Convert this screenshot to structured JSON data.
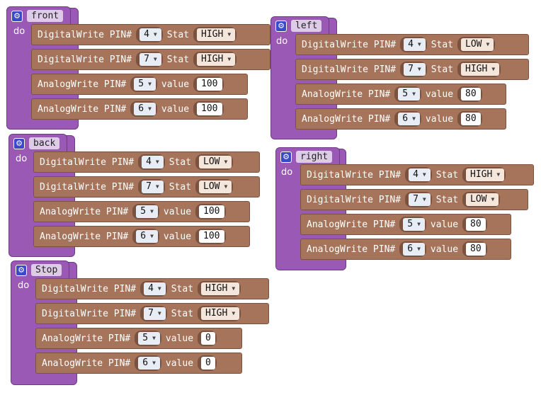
{
  "functions": [
    {
      "name": "front",
      "do": "do",
      "rows": [
        {
          "kind": "digital",
          "label": "DigitalWrite PIN#",
          "pin": "4",
          "param": "Stat",
          "value": "HIGH"
        },
        {
          "kind": "digital",
          "label": "DigitalWrite PIN#",
          "pin": "7",
          "param": "Stat",
          "value": "HIGH"
        },
        {
          "kind": "analog",
          "label": "AnalogWrite PIN#",
          "pin": "5",
          "param": "value",
          "value": "100"
        },
        {
          "kind": "analog",
          "label": "AnalogWrite PIN#",
          "pin": "6",
          "param": "value",
          "value": "100"
        }
      ]
    },
    {
      "name": "left",
      "do": "do",
      "rows": [
        {
          "kind": "digital",
          "label": "DigitalWrite PIN#",
          "pin": "4",
          "param": "Stat",
          "value": "LOW"
        },
        {
          "kind": "digital",
          "label": "DigitalWrite PIN#",
          "pin": "7",
          "param": "Stat",
          "value": "HIGH"
        },
        {
          "kind": "analog",
          "label": "AnalogWrite PIN#",
          "pin": "5",
          "param": "value",
          "value": "80"
        },
        {
          "kind": "analog",
          "label": "AnalogWrite PIN#",
          "pin": "6",
          "param": "value",
          "value": "80"
        }
      ]
    },
    {
      "name": "back",
      "do": "do",
      "rows": [
        {
          "kind": "digital",
          "label": "DigitalWrite PIN#",
          "pin": "4",
          "param": "Stat",
          "value": "LOW"
        },
        {
          "kind": "digital",
          "label": "DigitalWrite PIN#",
          "pin": "7",
          "param": "Stat",
          "value": "LOW"
        },
        {
          "kind": "analog",
          "label": "AnalogWrite PIN#",
          "pin": "5",
          "param": "value",
          "value": "100"
        },
        {
          "kind": "analog",
          "label": "AnalogWrite PIN#",
          "pin": "6",
          "param": "value",
          "value": "100"
        }
      ]
    },
    {
      "name": "right",
      "do": "do",
      "rows": [
        {
          "kind": "digital",
          "label": "DigitalWrite PIN#",
          "pin": "4",
          "param": "Stat",
          "value": "HIGH"
        },
        {
          "kind": "digital",
          "label": "DigitalWrite PIN#",
          "pin": "7",
          "param": "Stat",
          "value": "LOW"
        },
        {
          "kind": "analog",
          "label": "AnalogWrite PIN#",
          "pin": "5",
          "param": "value",
          "value": "80"
        },
        {
          "kind": "analog",
          "label": "AnalogWrite PIN#",
          "pin": "6",
          "param": "value",
          "value": "80"
        }
      ]
    },
    {
      "name": "Stop",
      "do": "do",
      "rows": [
        {
          "kind": "digital",
          "label": "DigitalWrite PIN#",
          "pin": "4",
          "param": "Stat",
          "value": "HIGH"
        },
        {
          "kind": "digital",
          "label": "DigitalWrite PIN#",
          "pin": "7",
          "param": "Stat",
          "value": "HIGH"
        },
        {
          "kind": "analog",
          "label": "AnalogWrite PIN#",
          "pin": "5",
          "param": "value",
          "value": "0"
        },
        {
          "kind": "analog",
          "label": "AnalogWrite PIN#",
          "pin": "6",
          "param": "value",
          "value": "0"
        }
      ]
    }
  ],
  "icons": {
    "function": "gear-icon",
    "dropdown": "triangle-down-icon"
  },
  "colors": {
    "function_block": "#9b59b6",
    "io_block": "#a5745b"
  }
}
